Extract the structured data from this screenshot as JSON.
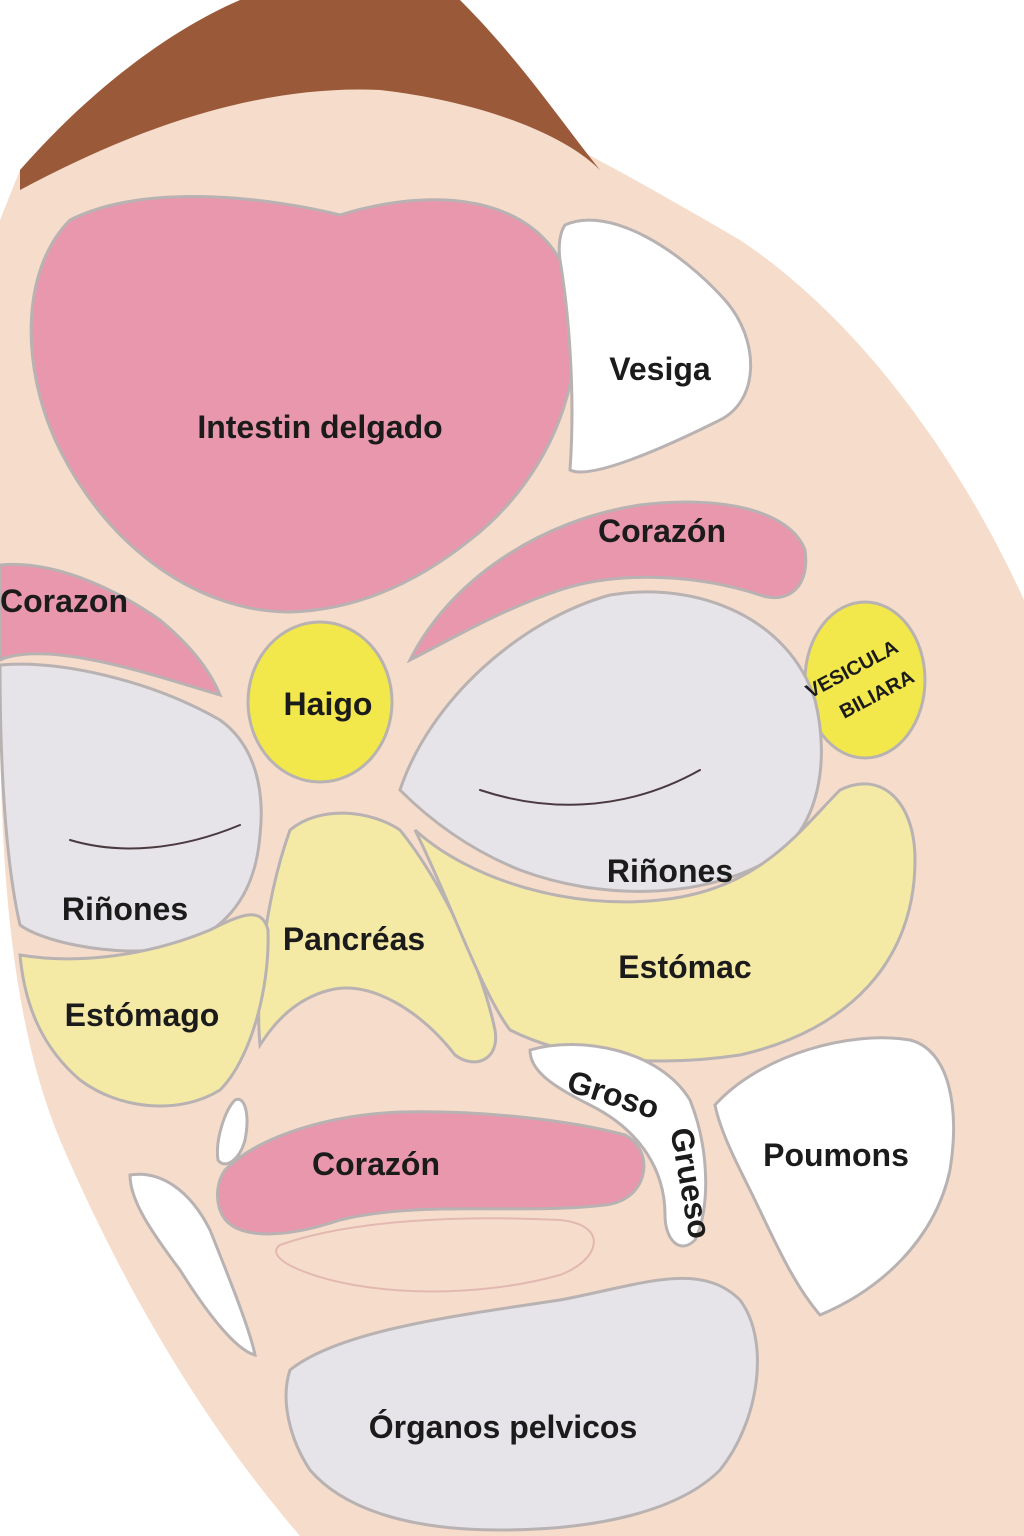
{
  "diagram": {
    "colors": {
      "pink": "#e897ad",
      "yellow_light": "#f5e9a6",
      "yellow_bright": "#f2e84b",
      "white_zone": "#ffffff",
      "grey_zone": "#e6e4e8",
      "skin": "#f6dccb",
      "hair": "#9a5a3a",
      "outline": "#b9b2b2"
    },
    "labels": {
      "intestin": "Intestin delgado",
      "vesiga": "Vesiga",
      "corazon_brow_right": "Corazón",
      "corazon_brow_left": "Corazon",
      "haigo": "Haigo",
      "vesicula_line1": "VESICULA",
      "vesicula_line2": "BILIARA",
      "rinones_right": "Riñones",
      "rinones_left": "Riñones",
      "pancreas": "Pancréas",
      "estomac": "Estómac",
      "estomago": "Estómago",
      "groso": "Groso",
      "grueso": "Grueso",
      "poumons": "Poumons",
      "corazon_lips": "Corazón",
      "organos": "Órganos pelvicos"
    }
  }
}
